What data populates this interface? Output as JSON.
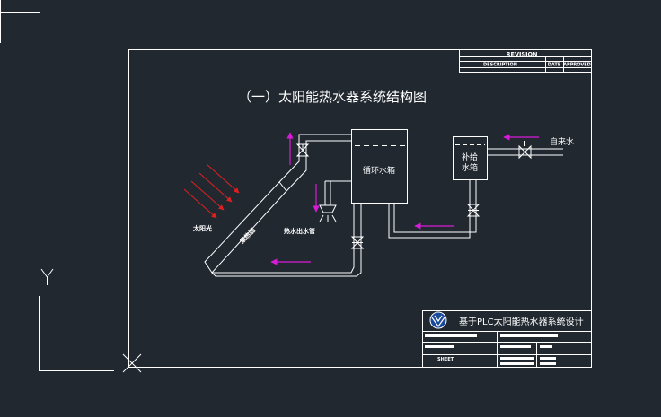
{
  "colors": {
    "background": "#212830",
    "line": "#ffffff",
    "flow_arrow": "#d81bd8",
    "sun_ray": "#e02020",
    "logo": "#1a4a9a"
  },
  "drawing": {
    "title": "（一）太阳能热水器系统结构图",
    "tank_circulation": "循环水箱",
    "tank_makeup_line1": "补给",
    "tank_makeup_line2": "水箱",
    "tap_water": "自来水",
    "sunlight": "太阳光",
    "collector": "集热器",
    "hot_water_outlet": "热水出水管"
  },
  "titleblock": {
    "revision_header": "REVISION",
    "description_col": "DESCRIPTION",
    "date_col": "DATE",
    "approved_col": "APPROVED",
    "project_title": "基于PLC太阳能热水器系统设计",
    "sheet_label": "SHEET"
  },
  "ucs_icon": "Y-axis-icon"
}
